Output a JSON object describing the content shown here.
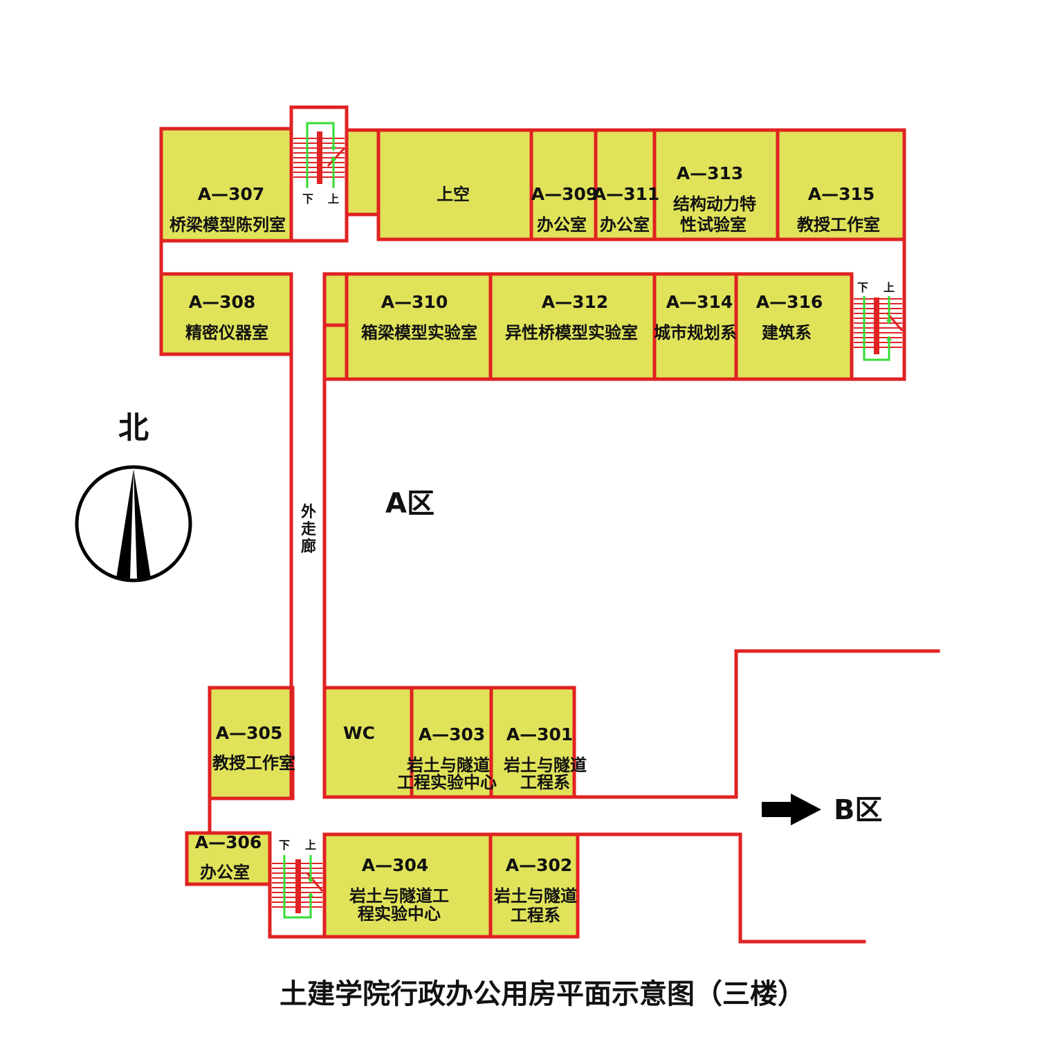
{
  "title": "土建学院行政办公用房平面示意图（三楼）",
  "compass": {
    "label": "北"
  },
  "zone_a": "A区",
  "zone_b": "B区",
  "corridor": [
    "外",
    "走",
    "廊"
  ],
  "stairs": {
    "down": "下",
    "up": "上"
  },
  "colors": {
    "wall": "#e02222",
    "room": "#e0e35a",
    "stair_arrow": "#33dd33",
    "text": "#111111"
  },
  "rooms": {
    "r307": {
      "code": "A—307",
      "name": "桥梁模型陈列室"
    },
    "void": {
      "name": "上空"
    },
    "r309": {
      "code": "A—309",
      "name": "办公室"
    },
    "r311": {
      "code": "A—311",
      "name": "办公室"
    },
    "r313": {
      "code": "A—313",
      "name1": "结构动力特",
      "name2": "性试验室"
    },
    "r315": {
      "code": "A—315",
      "name": "教授工作室"
    },
    "r308": {
      "code": "A—308",
      "name": "精密仪器室"
    },
    "r310": {
      "code": "A—310",
      "name": "箱梁模型实验室"
    },
    "r312": {
      "code": "A—312",
      "name": "异性桥模型实验室"
    },
    "r314": {
      "code": "A—314",
      "name": "城市规划系"
    },
    "r316": {
      "code": "A—316",
      "name": "建筑系"
    },
    "r305": {
      "code": "A—305",
      "name": "教授工作室"
    },
    "wc": {
      "name": "WC"
    },
    "r303": {
      "code": "A—303",
      "name1": "岩土与隧道",
      "name2": "工程实验中心"
    },
    "r301": {
      "code": "A—301",
      "name1": "岩土与隧道",
      "name2": "工程系"
    },
    "r306": {
      "code": "A—306",
      "name": "办公室"
    },
    "r304": {
      "code": "A—304",
      "name1": "岩土与隧道工",
      "name2": "程实验中心"
    },
    "r302": {
      "code": "A—302",
      "name1": "岩土与隧道",
      "name2": "工程系"
    }
  }
}
